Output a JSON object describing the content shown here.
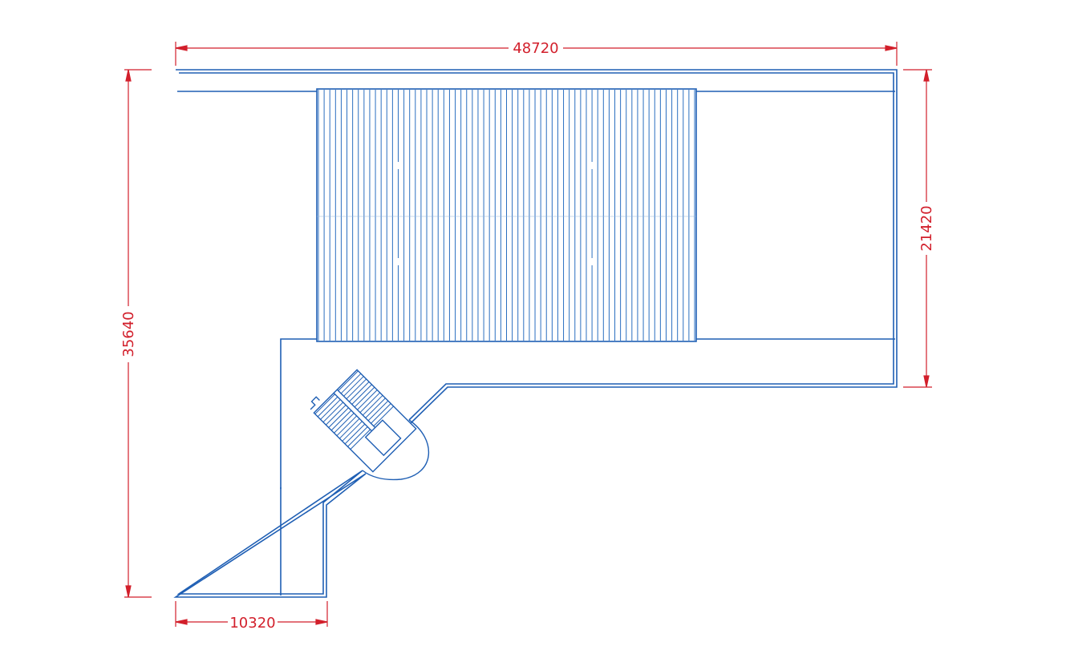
{
  "colors": {
    "background": "#ffffff",
    "outline": "#1f5fb4",
    "roof_rib": "#2b6fc0",
    "dimension": "#d21f2b"
  },
  "dimensions": {
    "top_width": "48720",
    "left_height": "35640",
    "right_height": "21420",
    "bottom_width": "10320"
  },
  "roof_ribs_count": 66
}
